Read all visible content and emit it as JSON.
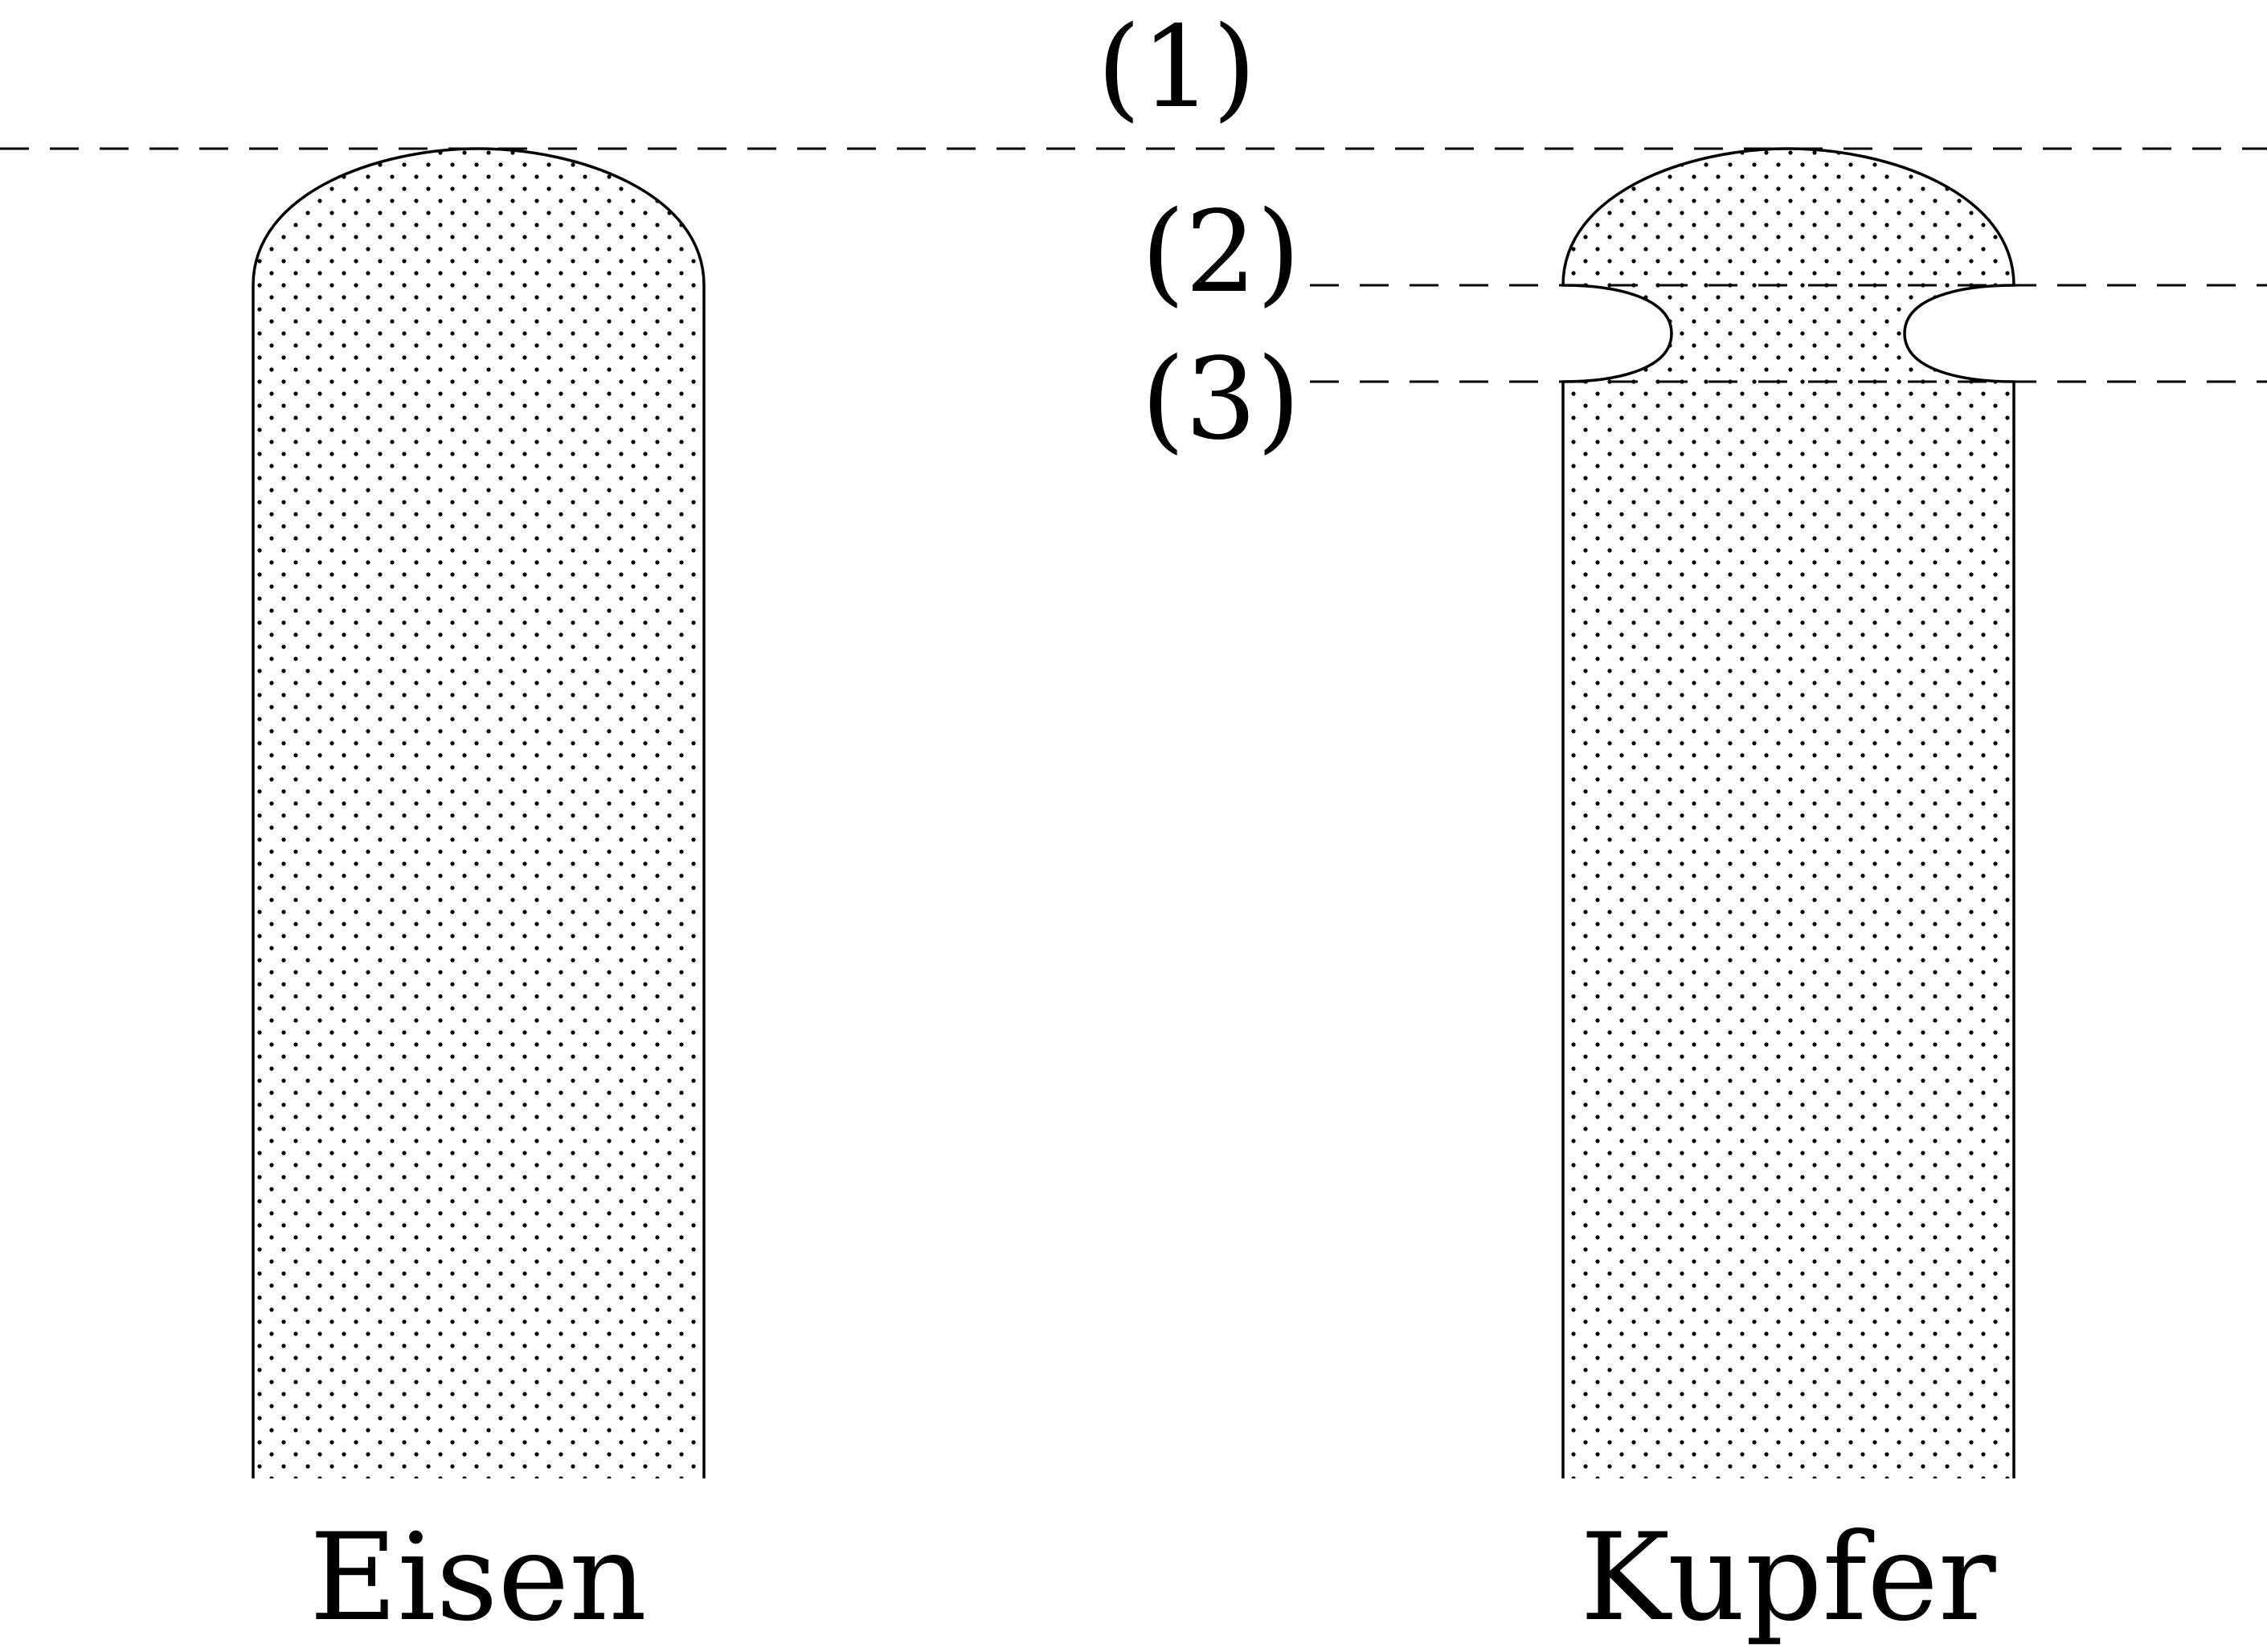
{
  "levels": [
    {
      "id": "1",
      "label": "(1)"
    },
    {
      "id": "2",
      "label": "(2)"
    },
    {
      "id": "3",
      "label": "(3)"
    }
  ],
  "samples": [
    {
      "id": "iron",
      "label": "Eisen"
    },
    {
      "id": "copper",
      "label": "Kupfer"
    }
  ],
  "colors": {
    "line": "#000000",
    "dots": "#000000",
    "background": "#ffffff"
  }
}
